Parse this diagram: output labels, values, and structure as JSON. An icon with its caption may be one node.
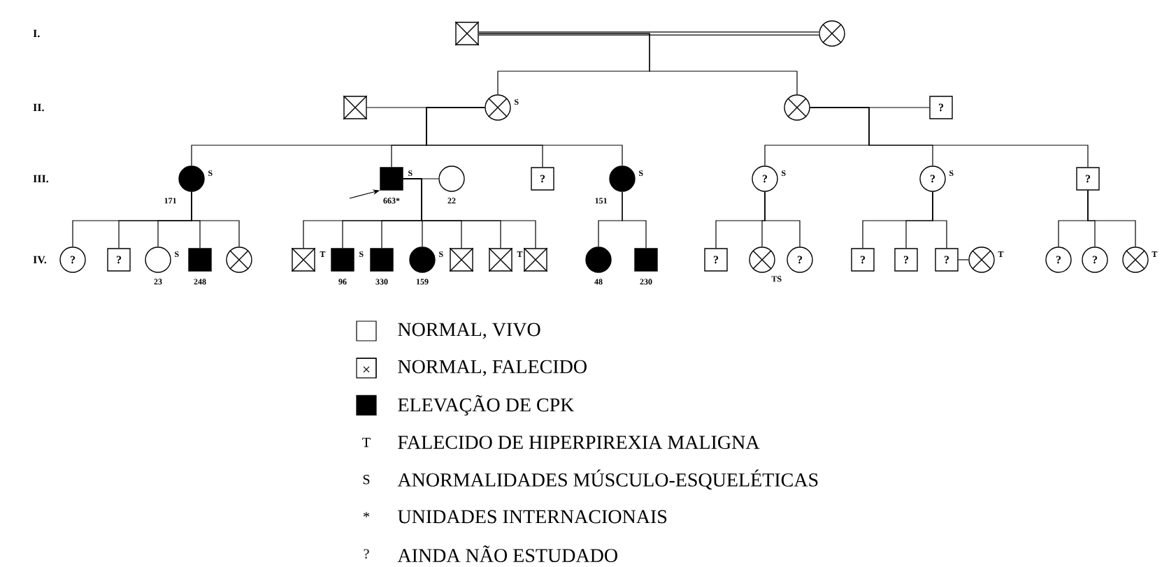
{
  "diagram": {
    "nodes": [
      {
        "text": [],
        "shape": "crossed-box"
      },
      {
        "text": [],
        "shape": "crossed-circle"
      },
      {
        "text": [],
        "shape": "crossed-box"
      },
      {
        "text": [],
        "shape": "crossed-circle",
        "beside": [
          "S"
        ]
      },
      {
        "text": [],
        "shape": "crossed-circle"
      },
      {
        "text": [
          "?"
        ]
      },
      {
        "text": [],
        "shape": "filled-circle",
        "beside": [
          "S",
          "171"
        ]
      },
      {
        "text": [],
        "shape": "filled-box",
        "beside": [
          "S",
          "663*"
        ]
      },
      {
        "text": [],
        "shape": "circle",
        "beside": [
          "22"
        ]
      },
      {
        "text": [
          "?"
        ]
      },
      {
        "text": [],
        "shape": "filled-circle",
        "beside": [
          "S",
          "151"
        ]
      },
      {
        "text": [
          "?"
        ],
        "beside": [
          "S"
        ]
      },
      {
        "text": [
          "?"
        ],
        "beside": [
          "S"
        ]
      },
      {
        "text": [
          "?"
        ]
      },
      {
        "text": [
          "?"
        ]
      },
      {
        "text": [
          "?"
        ]
      },
      {
        "text": [],
        "shape": "circle",
        "beside": [
          "S",
          "23"
        ]
      },
      {
        "text": [],
        "shape": "filled-box",
        "beside": [
          "248"
        ]
      },
      {
        "text": [],
        "shape": "crossed-circle"
      },
      {
        "text": [],
        "shape": "crossed-box",
        "beside": [
          "T"
        ]
      },
      {
        "text": [],
        "shape": "filled-box",
        "beside": [
          "S",
          "96"
        ]
      },
      {
        "text": [],
        "shape": "filled-box",
        "beside": [
          "330"
        ]
      },
      {
        "text": [],
        "shape": "filled-circle",
        "beside": [
          "S",
          "159"
        ]
      },
      {
        "text": [],
        "shape": "crossed-box"
      },
      {
        "text": [],
        "shape": "crossed-box",
        "beside": [
          "T"
        ]
      },
      {
        "text": [],
        "shape": "crossed-box"
      },
      {
        "text": [],
        "shape": "filled-circle",
        "beside": [
          "48"
        ]
      },
      {
        "text": [],
        "shape": "filled-box",
        "beside": [
          "230"
        ]
      },
      {
        "text": [
          "?"
        ]
      },
      {
        "text": [],
        "shape": "crossed-circle",
        "beside": [
          "TS"
        ]
      },
      {
        "text": [
          "?"
        ]
      },
      {
        "text": [
          "?"
        ]
      },
      {
        "text": [
          "?"
        ]
      },
      {
        "text": [
          "?"
        ]
      },
      {
        "text": [],
        "shape": "crossed-circle",
        "beside": [
          "T"
        ]
      },
      {
        "text": [
          "?"
        ]
      },
      {
        "text": [
          "?"
        ]
      },
      {
        "text": [],
        "shape": "crossed-circle",
        "beside": [
          "T"
        ]
      }
    ],
    "edges": [
      {
        "from": 0,
        "to": 1,
        "arrow": "none",
        "style": "thick"
      },
      {
        "from": 2,
        "to": 3,
        "arrow": "none"
      },
      {
        "from": 4,
        "to": 5,
        "arrow": "none"
      },
      {
        "from": 7,
        "to": 8,
        "arrow": "none"
      },
      {
        "from": 33,
        "to": 34,
        "arrow": "none"
      },
      {
        "from": 0,
        "to": 3,
        "arrow": "none"
      },
      {
        "from": 0,
        "to": 4,
        "arrow": "none"
      },
      {
        "from": 3,
        "to": 6,
        "arrow": "none"
      },
      {
        "from": 3,
        "to": 7,
        "arrow": "none"
      },
      {
        "from": 3,
        "to": 9,
        "arrow": "none"
      },
      {
        "from": 3,
        "to": 10,
        "arrow": "none"
      },
      {
        "from": 4,
        "to": 11,
        "arrow": "none"
      },
      {
        "from": 4,
        "to": 12,
        "arrow": "none"
      },
      {
        "from": 4,
        "to": 13,
        "arrow": "none"
      },
      {
        "from": 6,
        "to": 14,
        "arrow": "none"
      },
      {
        "from": 6,
        "to": 15,
        "arrow": "none"
      },
      {
        "from": 6,
        "to": 16,
        "arrow": "none"
      },
      {
        "from": 6,
        "to": 17,
        "arrow": "none"
      },
      {
        "from": 6,
        "to": 18,
        "arrow": "none"
      },
      {
        "from": 7,
        "to": 19,
        "arrow": "none"
      },
      {
        "from": 7,
        "to": 20,
        "arrow": "none"
      },
      {
        "from": 7,
        "to": 21,
        "arrow": "none"
      },
      {
        "from": 7,
        "to": 22,
        "arrow": "none"
      },
      {
        "from": 7,
        "to": 23,
        "arrow": "none"
      },
      {
        "from": 7,
        "to": 24,
        "arrow": "none"
      },
      {
        "from": 7,
        "to": 25,
        "arrow": "none"
      },
      {
        "from": 10,
        "to": 26,
        "arrow": "none"
      },
      {
        "from": 10,
        "to": 27,
        "arrow": "none"
      },
      {
        "from": 11,
        "to": 28,
        "arrow": "none"
      },
      {
        "from": 11,
        "to": 29,
        "arrow": "none"
      },
      {
        "from": 11,
        "to": 30,
        "arrow": "none"
      },
      {
        "from": 12,
        "to": 31,
        "arrow": "none"
      },
      {
        "from": 12,
        "to": 32,
        "arrow": "none"
      },
      {
        "from": 12,
        "to": 33,
        "arrow": "none"
      },
      {
        "from": 13,
        "to": 35,
        "arrow": "none"
      },
      {
        "from": 13,
        "to": 36,
        "arrow": "none"
      },
      {
        "from": 13,
        "to": 37,
        "arrow": "none"
      },
      {
        "from": null,
        "to": 7,
        "arrow": "to"
      }
    ],
    "labels": [
      "I.",
      "II.",
      "III.",
      "IV.",
      "T",
      "S",
      "*",
      "?"
    ],
    "legend": [
      {
        "text": "NORMAL, VIVO"
      },
      {
        "text": "NORMAL, FALECIDO"
      },
      {
        "text": "ELEVAÇÃO DE CPK"
      },
      {
        "text": "FALECIDO DE HIPERPIREXIA MALIGNA"
      },
      {
        "text": "ANORMALIDADES MÚSCULO-ESQUELÉTICAS"
      },
      {
        "text": "UNIDADES INTERNACIONAIS"
      },
      {
        "text": "AINDA NÃO ESTUDADO"
      }
    ]
  }
}
